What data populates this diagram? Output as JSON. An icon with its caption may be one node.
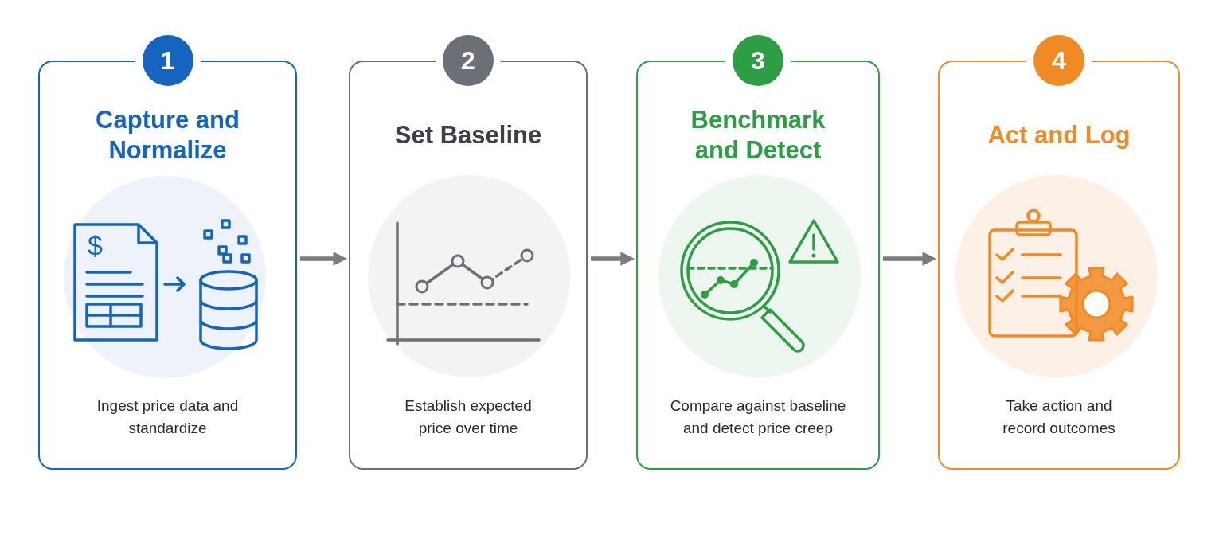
{
  "diagram": {
    "nodes": [
      {
        "text": [
          "1"
        ]
      },
      {
        "text": [
          "Capture and Normalize",
          "Ingest price data and standardize"
        ]
      },
      {
        "text": [
          "2"
        ]
      },
      {
        "text": [
          "Set Baseline",
          "Establish expected price over time"
        ]
      },
      {
        "text": [
          "3"
        ]
      },
      {
        "text": [
          "Benchmark and Detect",
          "Compare against baseline and detect price creep"
        ]
      },
      {
        "text": [
          "4"
        ]
      },
      {
        "text": [
          "Act and Log",
          "Take action and record outcomes"
        ]
      }
    ],
    "edges": [
      {
        "from": 1,
        "to": 3,
        "arrow": "to"
      },
      {
        "from": 3,
        "to": 5,
        "arrow": "to"
      },
      {
        "from": 5,
        "to": 7,
        "arrow": "to"
      }
    ],
    "labels": [
      "$"
    ]
  }
}
